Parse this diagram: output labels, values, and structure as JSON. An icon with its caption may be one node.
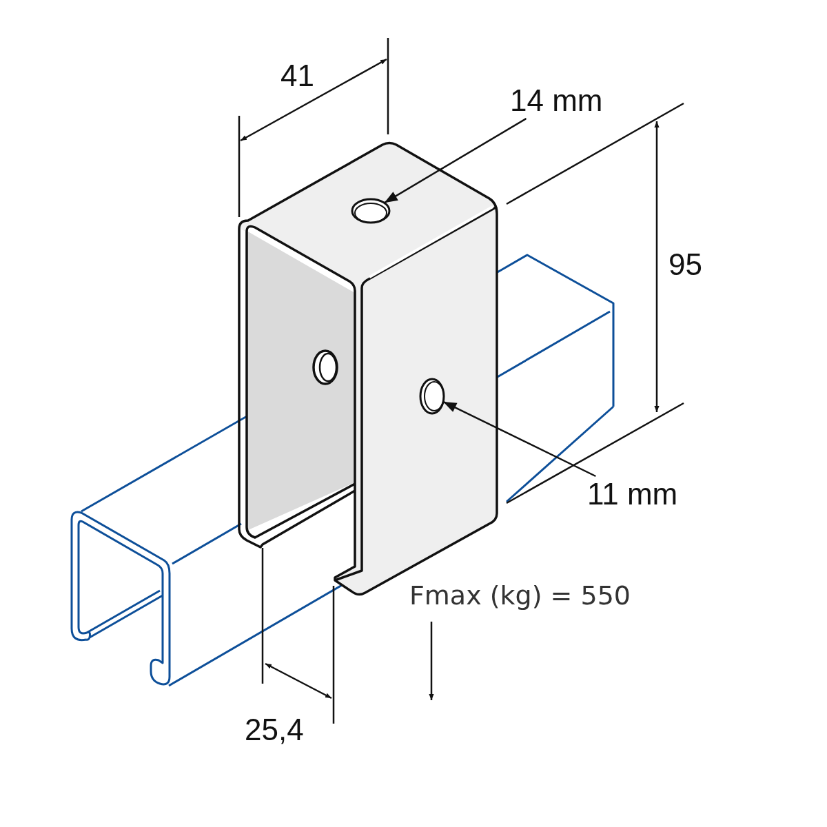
{
  "diagram": {
    "nodes": [
      {
        "text": [
          "14 mm"
        ]
      },
      {
        "text": [],
        "shape": "circle"
      },
      {
        "text": [
          "11 mm"
        ]
      },
      {
        "text": [],
        "shape": "circle"
      }
    ],
    "edges": [
      {
        "from": 0,
        "to": 1,
        "arrow": "to"
      },
      {
        "from": 2,
        "to": 3,
        "arrow": "to"
      }
    ],
    "labels": [
      "41",
      "95",
      "25,4",
      "Fmax (kg) = 550"
    ]
  }
}
